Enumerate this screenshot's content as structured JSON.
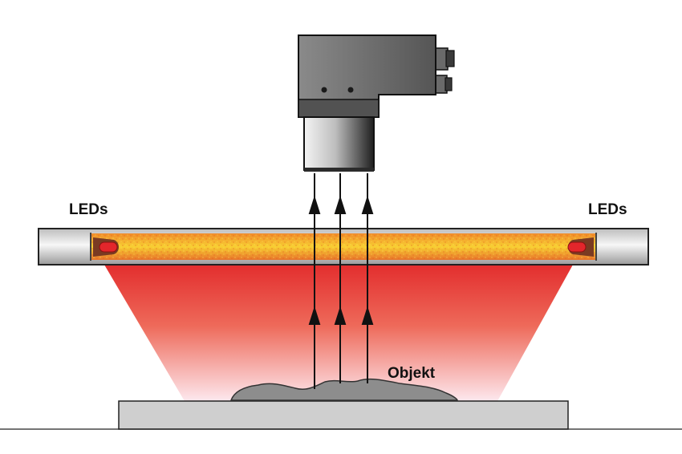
{
  "labels": {
    "leds_left": "LEDs",
    "leds_right": "LEDs",
    "object": "Objekt"
  },
  "colors": {
    "light_top": "#e53935",
    "light_bottom": "#fde7ec",
    "bar_yellow": "#f6c12a",
    "bar_orange": "#e9792a",
    "led_red": "#e3262b",
    "camera_body": "#6f6f6f",
    "object_fill": "#8a8a8a",
    "plate_fill": "#cfcfcf",
    "arrow": "#111111"
  },
  "icons": [
    "camera-icon",
    "led-light-bar",
    "arrow-up-icon",
    "object-blob",
    "base-plate"
  ]
}
